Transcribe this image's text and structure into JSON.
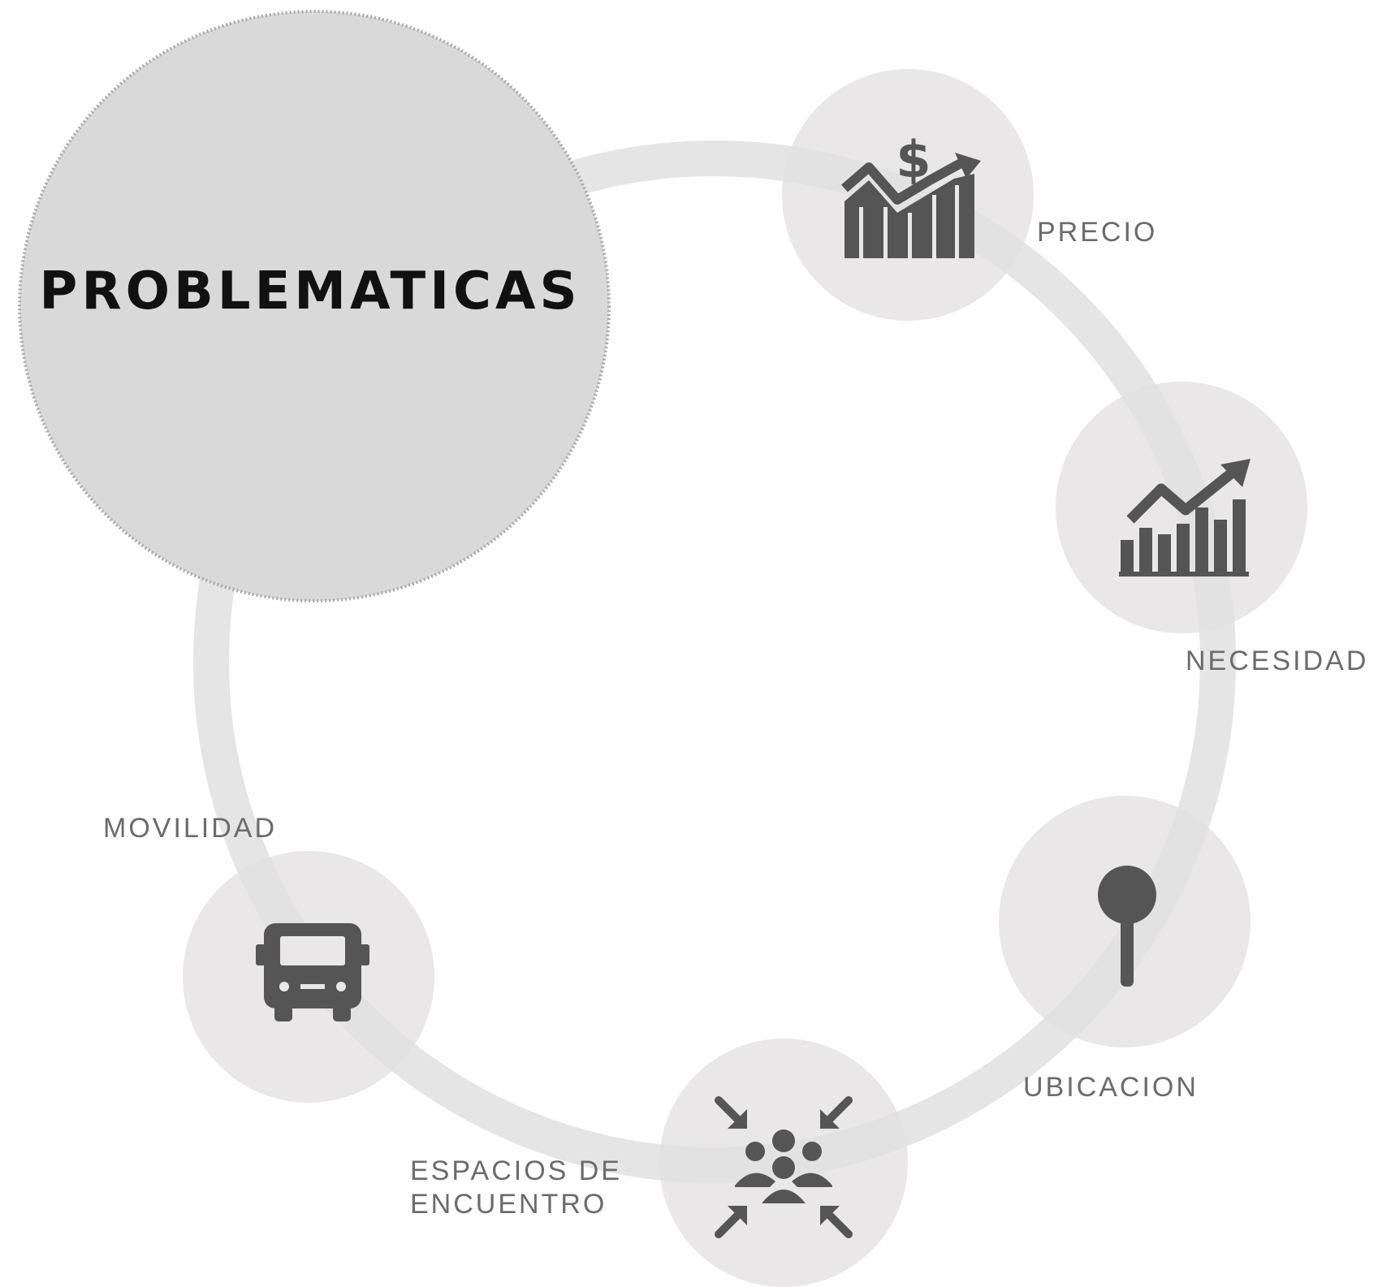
{
  "diagram": {
    "title": "PROBLEMATICAS",
    "nodes": [
      {
        "id": "precio",
        "label_lines": [
          "PRECIO"
        ],
        "icon": "price-increase-chart-icon"
      },
      {
        "id": "necesidad",
        "label_lines": [
          "NECESIDAD"
        ],
        "icon": "growth-bar-chart-icon"
      },
      {
        "id": "ubicacion",
        "label_lines": [
          "UBICACION"
        ],
        "icon": "location-pin-icon"
      },
      {
        "id": "espacios",
        "label_lines": [
          "ESPACIOS DE",
          "ENCUENTRO"
        ],
        "icon": "people-gathering-icon"
      },
      {
        "id": "movilidad",
        "label_lines": [
          "MOVILIDAD"
        ],
        "icon": "bus-icon"
      }
    ]
  },
  "colors": {
    "ring": "#e2e1e1",
    "node_fill": "#e9e7e7",
    "title_circle": "#d9d9d9",
    "icon": "#555555",
    "label": "#6b6b6b",
    "title_text": "#111111"
  }
}
